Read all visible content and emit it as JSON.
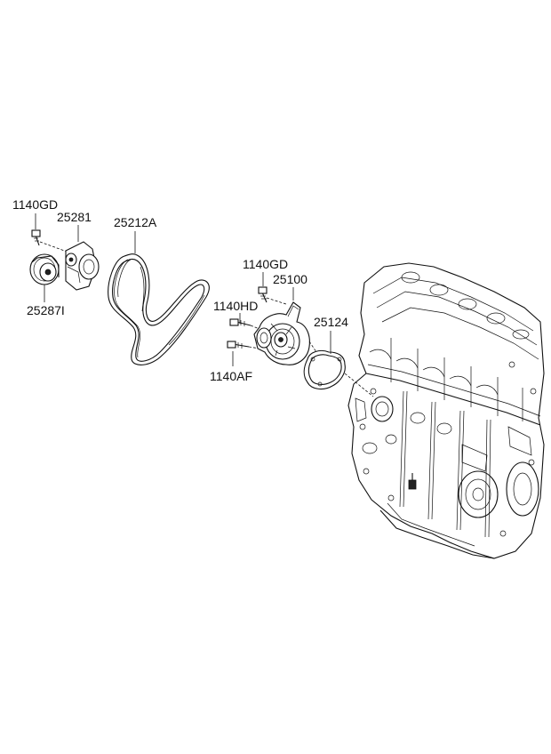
{
  "labels": {
    "p1140gd_a": "1140GD",
    "p25281": "25281",
    "p25287i": "25287I",
    "p25212a": "25212A",
    "p1140gd_b": "1140GD",
    "p25100": "25100",
    "p1140hd": "1140HD",
    "p1140af": "1140AF",
    "p25124": "25124"
  }
}
